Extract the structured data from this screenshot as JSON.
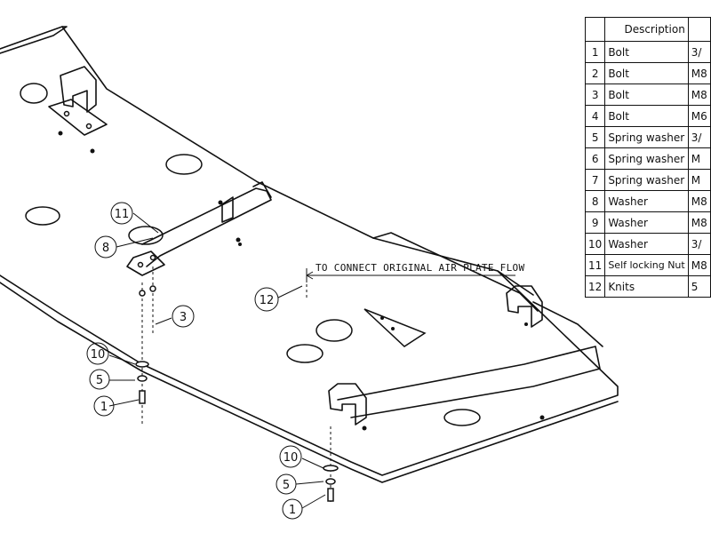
{
  "note": "TO CONNECT ORIGINAL AIR PLATE FLOW",
  "callouts": [
    "11",
    "8",
    "3",
    "12",
    "10",
    "5",
    "1",
    "10",
    "5",
    "1"
  ],
  "table": {
    "header": "Description",
    "rows": [
      {
        "no": "1",
        "desc": "Bolt",
        "spec": "3/"
      },
      {
        "no": "2",
        "desc": "Bolt",
        "spec": "M8"
      },
      {
        "no": "3",
        "desc": "Bolt",
        "spec": "M8"
      },
      {
        "no": "4",
        "desc": "Bolt",
        "spec": "M6"
      },
      {
        "no": "5",
        "desc": "Spring washer",
        "spec": "3/"
      },
      {
        "no": "6",
        "desc": "Spring washer",
        "spec": "M"
      },
      {
        "no": "7",
        "desc": "Spring washer",
        "spec": "M"
      },
      {
        "no": "8",
        "desc": "Washer",
        "spec": "M8"
      },
      {
        "no": "9",
        "desc": "Washer",
        "spec": "M8"
      },
      {
        "no": "10",
        "desc": "Washer",
        "spec": "3/"
      },
      {
        "no": "11",
        "desc": "Self locking Nut",
        "spec": "M8"
      },
      {
        "no": "12",
        "desc": "Knits",
        "spec": "5"
      }
    ]
  }
}
